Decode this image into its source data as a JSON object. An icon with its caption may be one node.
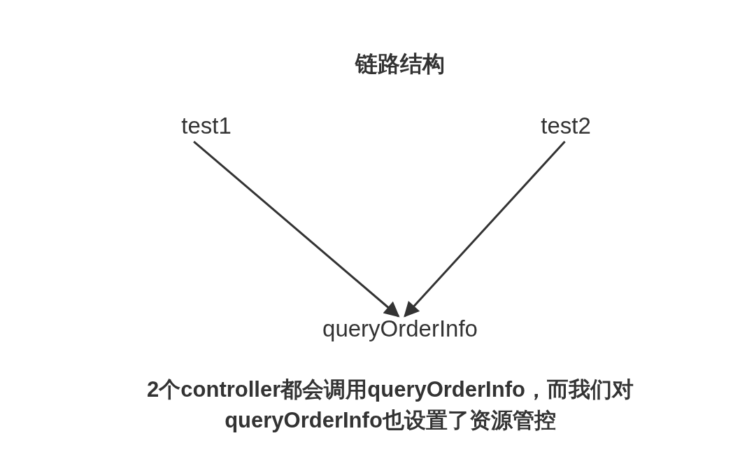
{
  "diagram": {
    "title": "链路结构",
    "nodes": [
      {
        "text": [
          "test1"
        ]
      },
      {
        "text": [
          "test2"
        ]
      },
      {
        "text": [
          "queryOrderInfo"
        ]
      }
    ],
    "edges": [
      {
        "from": 0,
        "to": 2,
        "arrow": "to"
      },
      {
        "from": 1,
        "to": 2,
        "arrow": "to"
      }
    ],
    "caption": "2个controller都会调用queryOrderInfo，而我们对queryOrderInfo也设置了资源管控"
  }
}
